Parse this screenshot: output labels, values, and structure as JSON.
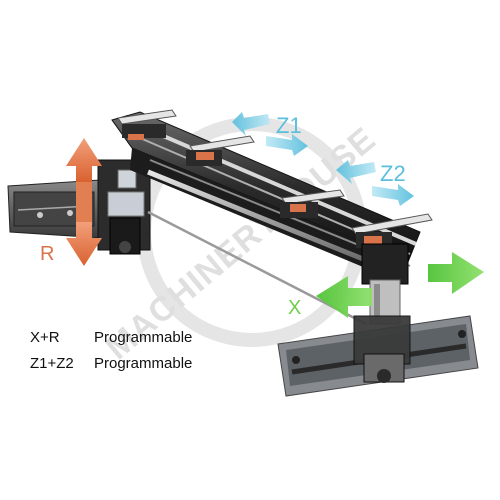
{
  "watermark": {
    "text": "MACHINERYHOUSE",
    "color": "#c8c8c8"
  },
  "axes": {
    "z1": {
      "label": "Z1",
      "color": "#5bbfdc"
    },
    "z2": {
      "label": "Z2",
      "color": "#5bbfdc"
    },
    "r": {
      "label": "R",
      "color": "#d9734a"
    },
    "x": {
      "label": "X",
      "color": "#6fcf4c"
    }
  },
  "captions": [
    {
      "axes": "X+R",
      "mode": "Programmable"
    },
    {
      "axes": "Z1+Z2",
      "mode": "Programmable"
    }
  ]
}
